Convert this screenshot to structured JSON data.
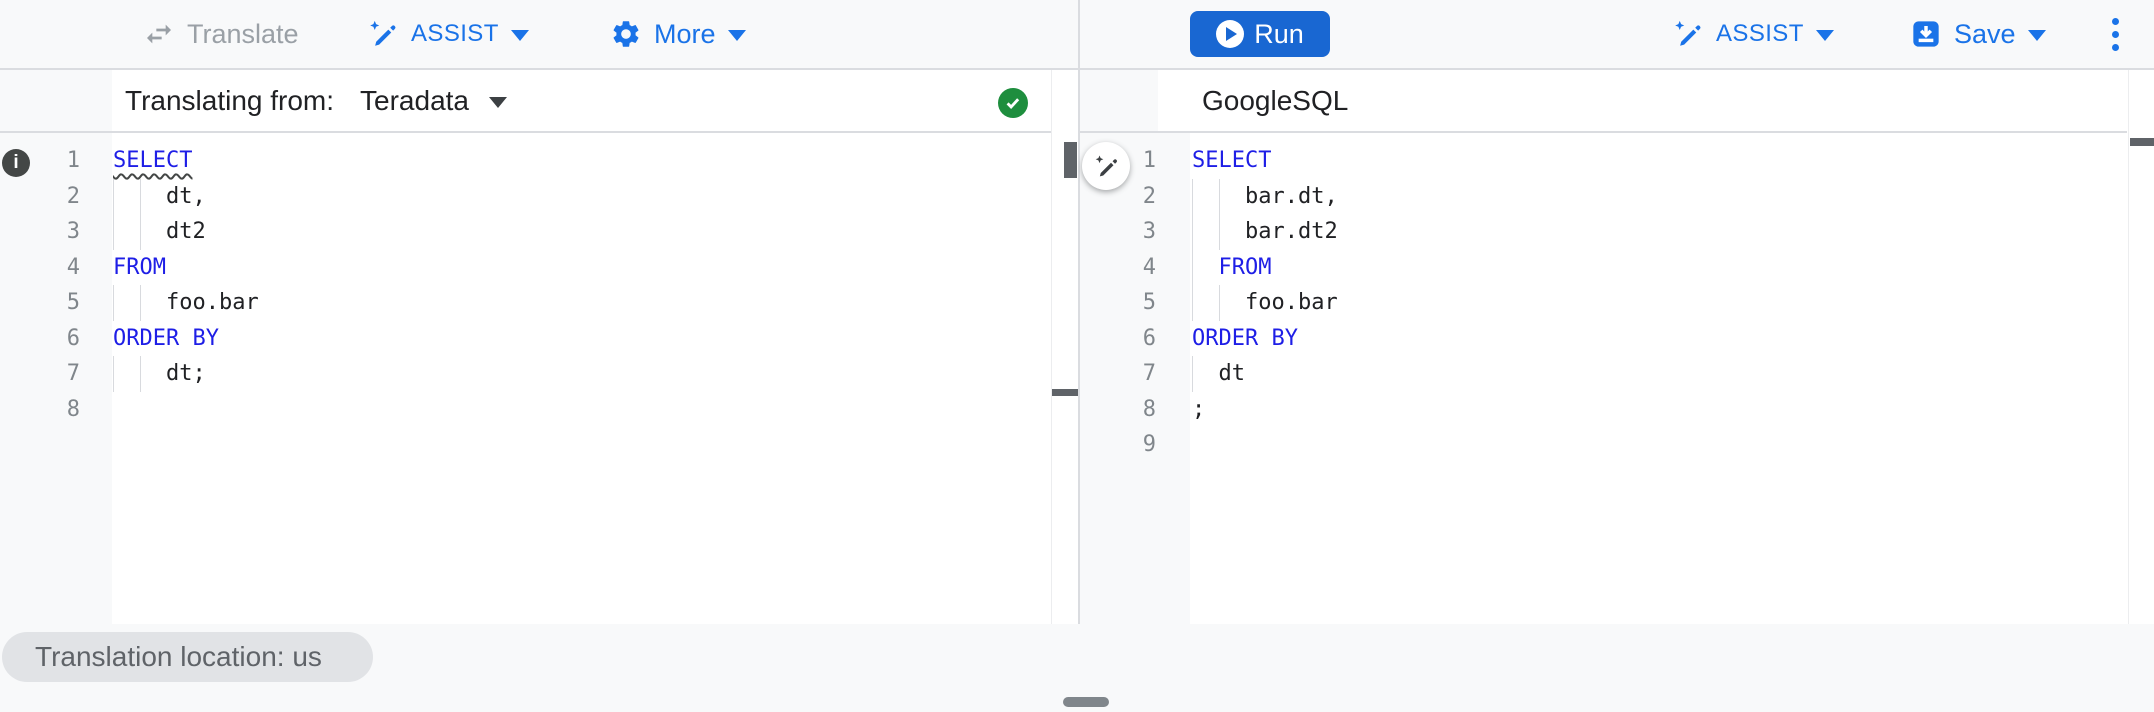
{
  "toolbar": {
    "translate_label": "Translate",
    "assist_label": "ASSIST",
    "more_label": "More",
    "run_label": "Run",
    "save_label": "Save"
  },
  "left_panel": {
    "header_label": "Translating from:",
    "source_dialect": "Teradata",
    "status": "translation-success",
    "editor": {
      "lines": [
        {
          "num": "1",
          "tokens": [
            {
              "t": "SELECT",
              "k": "kw",
              "squiggle": true
            }
          ],
          "guides": []
        },
        {
          "num": "2",
          "tokens": [
            {
              "t": "    dt,",
              "k": "p"
            }
          ],
          "guides": [
            0,
            2
          ]
        },
        {
          "num": "3",
          "tokens": [
            {
              "t": "    dt2",
              "k": "p"
            }
          ],
          "guides": [
            0,
            2
          ]
        },
        {
          "num": "4",
          "tokens": [
            {
              "t": "FROM",
              "k": "kw"
            }
          ],
          "guides": []
        },
        {
          "num": "5",
          "tokens": [
            {
              "t": "    foo.bar",
              "k": "p"
            }
          ],
          "guides": [
            0,
            2
          ]
        },
        {
          "num": "6",
          "tokens": [
            {
              "t": "ORDER BY",
              "k": "kw"
            }
          ],
          "guides": []
        },
        {
          "num": "7",
          "tokens": [
            {
              "t": "    dt;",
              "k": "p"
            }
          ],
          "guides": [
            0,
            2
          ]
        },
        {
          "num": "8",
          "tokens": [],
          "guides": []
        }
      ]
    }
  },
  "right_panel": {
    "header_label": "GoogleSQL",
    "editor": {
      "lines": [
        {
          "num": "1",
          "tokens": [
            {
              "t": "SELECT",
              "k": "kw"
            }
          ],
          "guides": []
        },
        {
          "num": "2",
          "tokens": [
            {
              "t": "    bar.dt,",
              "k": "p"
            }
          ],
          "guides": [
            0,
            2
          ]
        },
        {
          "num": "3",
          "tokens": [
            {
              "t": "    bar.dt2",
              "k": "p"
            }
          ],
          "guides": [
            0,
            2
          ]
        },
        {
          "num": "4",
          "tokens": [
            {
              "t": "  ",
              "k": "p"
            },
            {
              "t": "FROM",
              "k": "kw"
            }
          ],
          "guides": [
            0
          ]
        },
        {
          "num": "5",
          "tokens": [
            {
              "t": "    foo.bar",
              "k": "p"
            }
          ],
          "guides": [
            0,
            2
          ]
        },
        {
          "num": "6",
          "tokens": [
            {
              "t": "ORDER BY",
              "k": "kw"
            }
          ],
          "guides": []
        },
        {
          "num": "7",
          "tokens": [
            {
              "t": "  dt",
              "k": "p"
            }
          ],
          "guides": [
            0
          ]
        },
        {
          "num": "8",
          "tokens": [
            {
              "t": ";",
              "k": "p"
            }
          ],
          "guides": []
        },
        {
          "num": "9",
          "tokens": [],
          "guides": []
        }
      ]
    }
  },
  "footer": {
    "chip_label": "Translation location: us"
  },
  "icons": {
    "translate-swap-icon": "swap-horizontal-arrows",
    "assist-wand-icon": "pen-with-sparkle",
    "more-gear-icon": "gear",
    "run-play-icon": "play-circle",
    "save-icon": "box-with-down-arrow",
    "more-options-icon": "vertical-ellipsis",
    "success-check-icon": "check-in-green-circle",
    "info-icon": "i-in-dark-circle",
    "dropdown-caret-icon": "filled-triangle-down"
  },
  "colors": {
    "accent_blue": "#1a73e8",
    "run_button_blue": "#1967d2",
    "keyword_blue": "#1e1ee6",
    "success_green": "#1e8e3e",
    "code_text": "#202124",
    "line_number_gray": "#80868b",
    "disabled_gray": "#9aa0a6",
    "chip_text_gray": "#5f6368",
    "page_background": "#f8f9fa",
    "divider_gray": "#dadce0"
  }
}
